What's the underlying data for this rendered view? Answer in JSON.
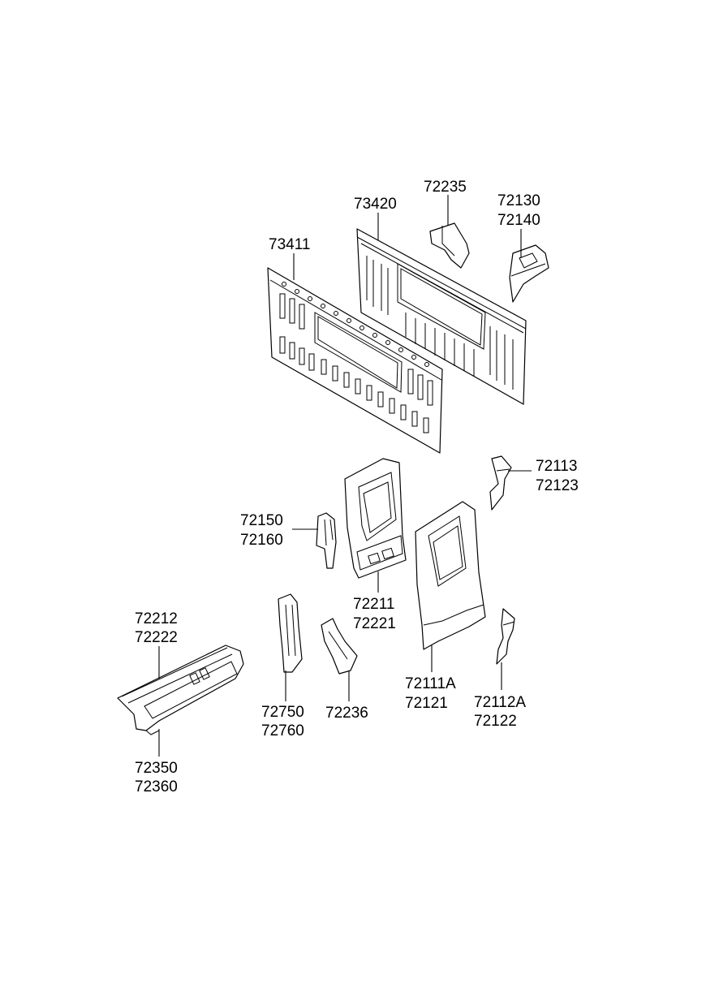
{
  "labels": {
    "p73420": "73420",
    "p72235": "72235",
    "p72130": "72130",
    "p72140": "72140",
    "p73411": "73411",
    "p72113": "72113",
    "p72123": "72123",
    "p72150": "72150",
    "p72160": "72160",
    "p72211": "72211",
    "p72221": "72221",
    "p72212": "72212",
    "p72222": "72222",
    "p72750": "72750",
    "p72760": "72760",
    "p72236": "72236",
    "p72111A": "72111A",
    "p72121": "72121",
    "p72112A": "72112A",
    "p72122": "72122",
    "p72350": "72350",
    "p72360": "72360"
  }
}
